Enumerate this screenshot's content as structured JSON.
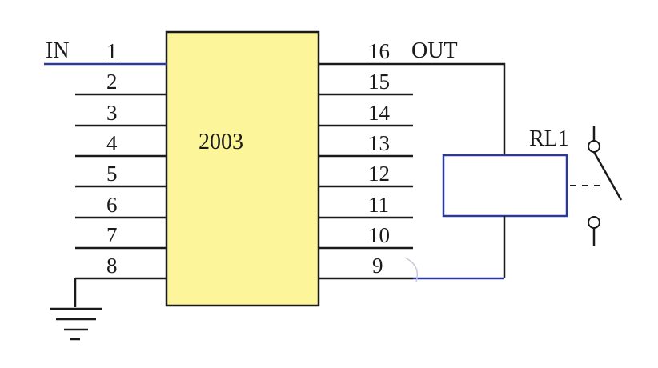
{
  "chip": {
    "label": "2003",
    "fill_color": "#fcf59a",
    "border_color": "#1a1a1a"
  },
  "left_pins": [
    "1",
    "2",
    "3",
    "4",
    "5",
    "6",
    "7",
    "8"
  ],
  "right_pins": [
    "16",
    "15",
    "14",
    "13",
    "12",
    "11",
    "10",
    "9"
  ],
  "labels": {
    "input": "IN",
    "output": "OUT",
    "relay": "RL1"
  },
  "colors": {
    "wire": "#1a1a1a",
    "input_wire": "#2a3a9a",
    "relay_coil_border": "#2a3a9a"
  }
}
